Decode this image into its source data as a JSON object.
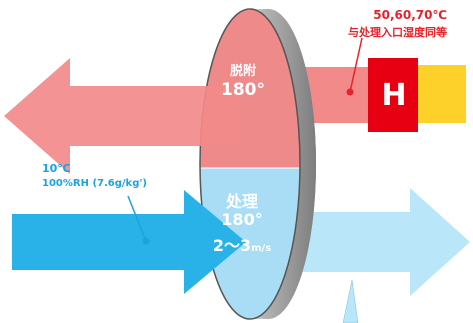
{
  "desorption": {
    "label": "脱附",
    "angle": "180°"
  },
  "process": {
    "label": "处理",
    "angle": "180°",
    "speed_value": "2～3",
    "speed_unit": "m/s"
  },
  "regen_temps": "50,60,70℃",
  "regen_note": "与处理入口湿度同等",
  "inlet_temp": "10℃",
  "inlet_humidity": "100%RH (7.6g/kg')",
  "heater_label": "H",
  "colors": {
    "red_arrow": "#f28a8a",
    "blue_arrow": "#29b2e8",
    "light_blue_arrow": "#b9e6f8",
    "rotor_top": "#ef8a8a",
    "rotor_bottom": "#a9ddf5",
    "rotor_rim": "#9a9a9a",
    "heater": "#e60012",
    "yellow_duct": "#fdd02a",
    "label_red": "#e8222a",
    "label_blue": "#1aa3e0"
  }
}
